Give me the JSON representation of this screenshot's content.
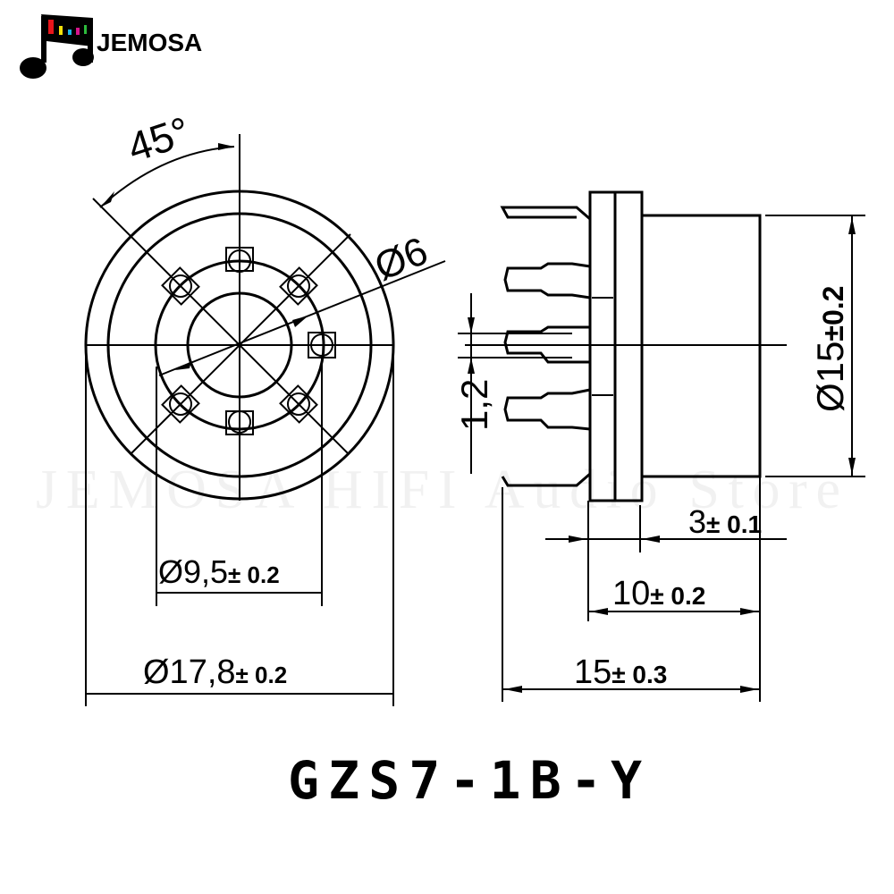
{
  "logo": {
    "brand": "JEMOSA",
    "bar_colors": [
      "#e8151b",
      "#f5e20a",
      "#19b6e6",
      "#d6148c",
      "#2dbb3c"
    ]
  },
  "watermark": "JEMOSA HIFI Audio Store",
  "front_view": {
    "angle_label": "45°",
    "pin_circle_label": "Ø6",
    "inner_diameter": {
      "value": "Ø9,5",
      "tolerance": "± 0.2"
    },
    "outer_diameter": {
      "value": "Ø17,8",
      "tolerance": "± 0.2"
    }
  },
  "side_view": {
    "pin_pitch_label": "1,2",
    "body_diameter": {
      "value": "Ø15",
      "tolerance": "±0.2"
    },
    "flange_thickness": {
      "value": "3",
      "tolerance": "± 0.1"
    },
    "body_length": {
      "value": "10",
      "tolerance": "± 0.2"
    },
    "overall_length": {
      "value": "15",
      "tolerance": "± 0.3"
    }
  },
  "model": "GZS7-1B-Y"
}
